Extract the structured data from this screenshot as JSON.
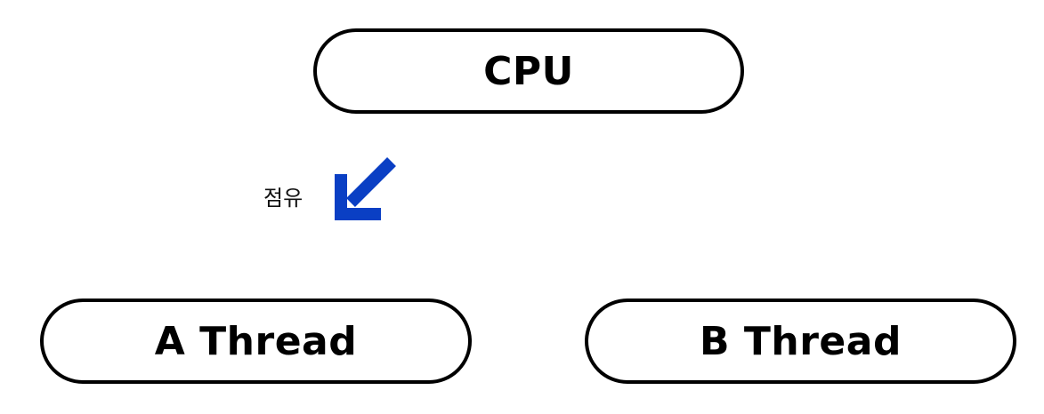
{
  "nodes": {
    "cpu": {
      "label": "CPU"
    },
    "thread_a": {
      "label": "A Thread"
    },
    "thread_b": {
      "label": "B Thread"
    }
  },
  "edge": {
    "label": "점유",
    "from": "cpu",
    "to": "thread_a",
    "color": "#0A3FC4"
  },
  "colors": {
    "node_border": "#000000",
    "node_fill": "#ffffff",
    "background": "#ffffff"
  }
}
